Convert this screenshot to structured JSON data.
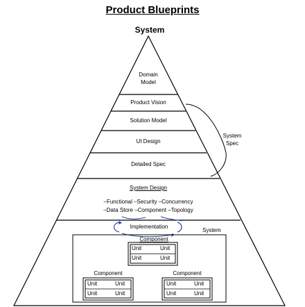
{
  "title": "Product Blueprints",
  "apex_label": "System",
  "layers": {
    "domain_model": [
      "Domain",
      "Model"
    ],
    "product_vision": "Product Vision",
    "solution_model": "Solution Model",
    "ui_design": "UI Design",
    "detailed_spec": "Detailed Spec"
  },
  "system_spec_label": [
    "System",
    "Spec"
  ],
  "system_design": {
    "heading": "System Design",
    "line1": "–Functional –Security –Concurrency",
    "line2": "–Data Store –Component –Topology"
  },
  "implementation_label": "Implementation",
  "system_box_label": "System",
  "component_labels": {
    "top": "Component",
    "left": "Component",
    "right": "Component"
  },
  "unit_label": "Unit"
}
